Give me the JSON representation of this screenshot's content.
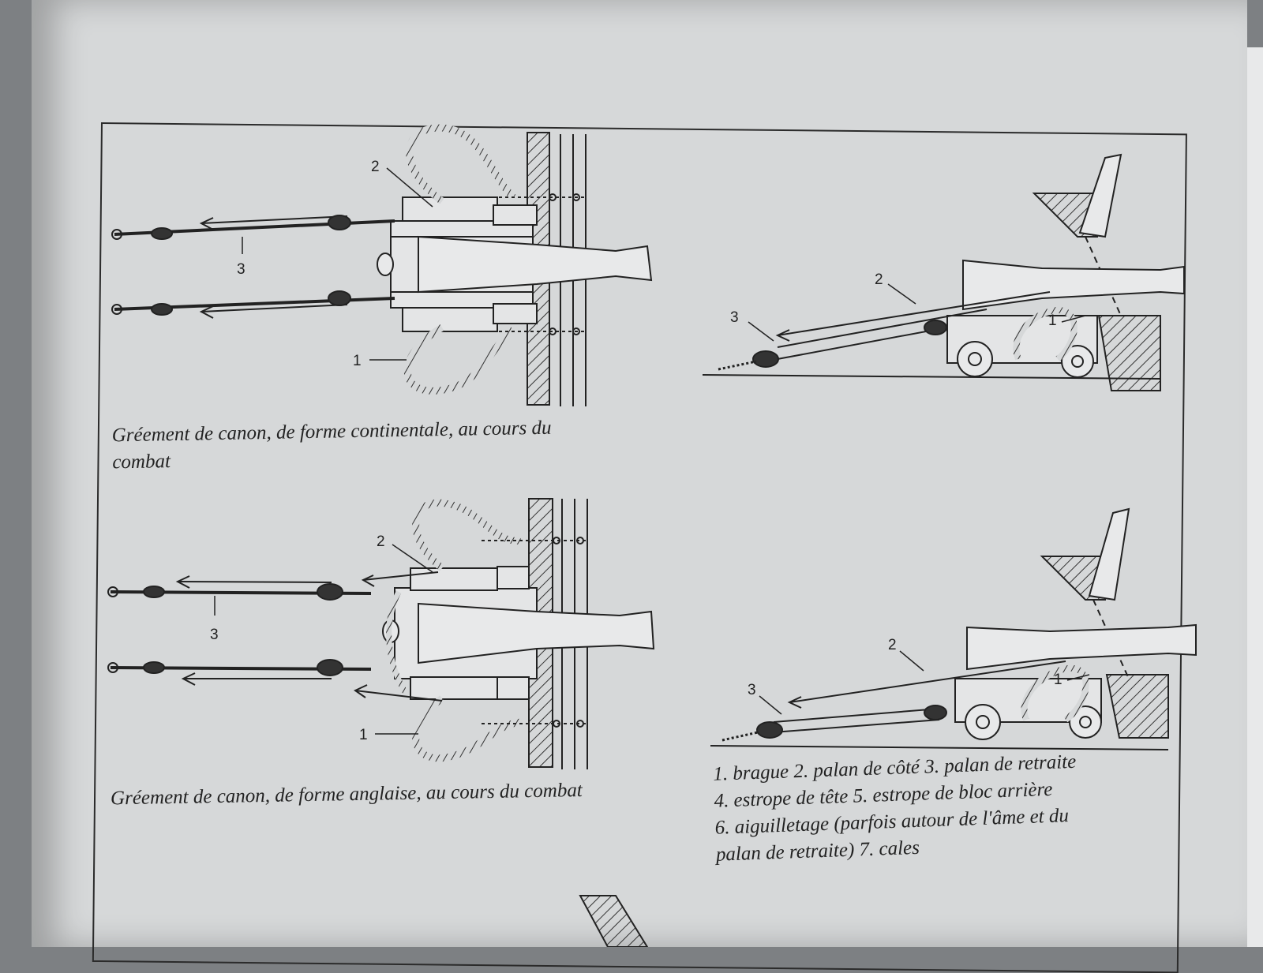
{
  "captions": {
    "top": "Gréement de canon, de forme continentale, au cours du combat",
    "bottom": "Gréement de canon, de forme anglaise, au cours du combat"
  },
  "legend": {
    "line1": "1. brague 2. palan de côté 3. palan de retraite",
    "line2": "4. estrope de tête 5. estrope de bloc arrière",
    "line3": "6. aiguilletage (parfois autour de l'âme et du",
    "line4": "palan de retraite) 7. cales"
  },
  "labels": {
    "one": "1",
    "two": "2",
    "three": "3"
  }
}
